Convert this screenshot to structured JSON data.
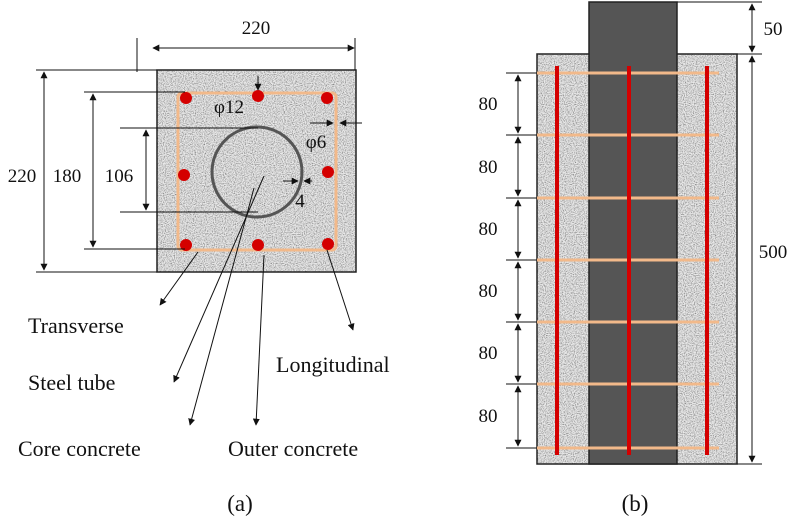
{
  "panel_a": {
    "caption": "(a)",
    "dims": {
      "width": "220",
      "height": "220",
      "stirrup_span": "180",
      "tube_diameter": "106",
      "tube_thickness": "4",
      "long_bar": "φ12",
      "stirrup_bar": "φ6"
    },
    "labels": {
      "transverse": "Transverse",
      "steel_tube": "Steel tube",
      "longitudinal": "Longitudinal",
      "core_concrete": "Core concrete",
      "outer_concrete": "Outer concrete"
    }
  },
  "panel_b": {
    "caption": "(b)",
    "top_extension": "50",
    "height": "500",
    "spacings": [
      "80",
      "80",
      "80",
      "80",
      "80",
      "80"
    ]
  },
  "colors": {
    "concrete": "#c9c9c9",
    "steel_tube": "#555555",
    "longitudinal_bar": "#d40000",
    "stirrup": "#f2b98a"
  }
}
